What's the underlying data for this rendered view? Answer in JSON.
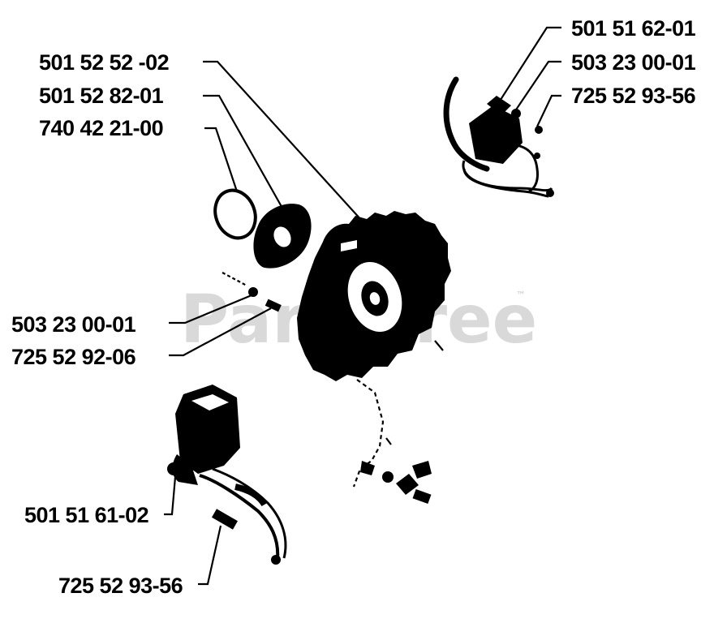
{
  "watermark": {
    "text": "PartsTree",
    "trademark": "™"
  },
  "labels": {
    "flywheel": "501 52 52 -02",
    "spacer": "501 52 82-01",
    "oring": "740 42 21-00",
    "module_top": "501 51 62-01",
    "washer_top": "503 23 00-01",
    "screw_top": "725 52 93-56",
    "washer_left": "503 23 00-01",
    "screw_left": "725 52 92-06",
    "module_bottom": "501 51 61-02",
    "screw_bottom": "725 52 93-56"
  },
  "colors": {
    "ink": "#000000",
    "watermark": "#d9d9d9",
    "background": "#ffffff"
  }
}
